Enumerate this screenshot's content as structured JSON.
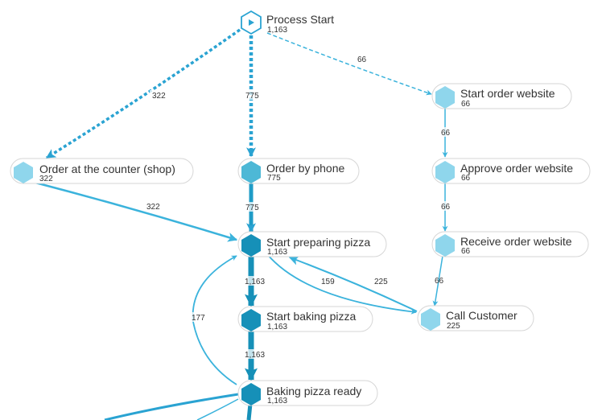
{
  "colors": {
    "edge": "#3bb3dc",
    "edge_dark": "#1690b8",
    "node_light": "#8fd6ec",
    "node_medium": "#4db8d6",
    "node_dark": "#1690b8",
    "start_icon": "#2aa3d2"
  },
  "diagram": {
    "title": "Process map",
    "nodes": [
      {
        "id": "start",
        "label": "Process Start",
        "count": "1,163",
        "icon": "play-hexagon-icon",
        "shade": "start"
      },
      {
        "id": "counter",
        "label": "Order at the counter (shop)",
        "count": "322",
        "icon": "hexagon-icon",
        "shade": "light"
      },
      {
        "id": "phone",
        "label": "Order by phone",
        "count": "775",
        "icon": "hexagon-icon",
        "shade": "medium"
      },
      {
        "id": "web_start",
        "label": "Start order website",
        "count": "66",
        "icon": "hexagon-icon",
        "shade": "light"
      },
      {
        "id": "web_approve",
        "label": "Approve order website",
        "count": "66",
        "icon": "hexagon-icon",
        "shade": "light"
      },
      {
        "id": "web_receive",
        "label": "Receive order website",
        "count": "66",
        "icon": "hexagon-icon",
        "shade": "light"
      },
      {
        "id": "prep",
        "label": "Start preparing pizza",
        "count": "1,163",
        "icon": "hexagon-icon",
        "shade": "dark"
      },
      {
        "id": "call",
        "label": "Call Customer",
        "count": "225",
        "icon": "hexagon-icon",
        "shade": "light"
      },
      {
        "id": "bake",
        "label": "Start baking pizza",
        "count": "1,163",
        "icon": "hexagon-icon",
        "shade": "dark"
      },
      {
        "id": "ready",
        "label": "Baking pizza ready",
        "count": "1,163",
        "icon": "hexagon-icon",
        "shade": "dark"
      }
    ],
    "edges": [
      {
        "from": "start",
        "to": "counter",
        "label": "322",
        "style": "dotted"
      },
      {
        "from": "start",
        "to": "phone",
        "label": "775",
        "style": "dotted"
      },
      {
        "from": "start",
        "to": "web_start",
        "label": "66",
        "style": "dashed"
      },
      {
        "from": "counter",
        "to": "prep",
        "label": "322",
        "style": "solid"
      },
      {
        "from": "phone",
        "to": "prep",
        "label": "775",
        "style": "solid"
      },
      {
        "from": "web_start",
        "to": "web_approve",
        "label": "66",
        "style": "solid"
      },
      {
        "from": "web_approve",
        "to": "web_receive",
        "label": "66",
        "style": "solid"
      },
      {
        "from": "web_receive",
        "to": "call",
        "label": "66",
        "style": "solid"
      },
      {
        "from": "prep",
        "to": "call",
        "label": "159",
        "style": "solid"
      },
      {
        "from": "call",
        "to": "prep",
        "label": "225",
        "style": "solid"
      },
      {
        "from": "prep",
        "to": "bake",
        "label": "1,163",
        "style": "solid"
      },
      {
        "from": "bake",
        "to": "ready",
        "label": "1,163",
        "style": "solid"
      },
      {
        "from": "ready",
        "to": "prep",
        "label": "177",
        "style": "solid"
      }
    ]
  }
}
